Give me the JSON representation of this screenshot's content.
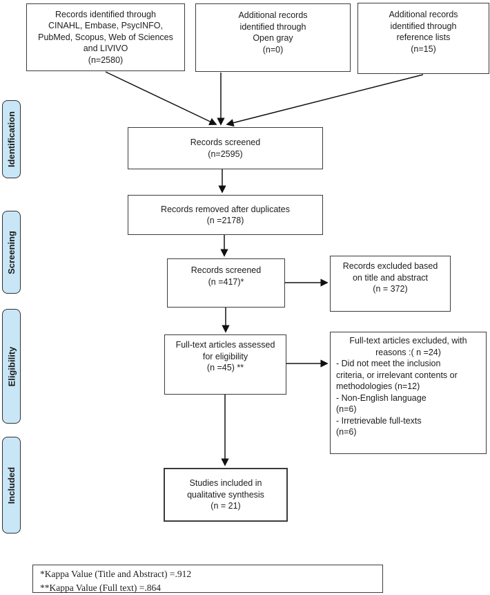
{
  "stages": {
    "identification": "Identification",
    "screening": "Screening",
    "eligibility": "Eligibility",
    "included": "Included"
  },
  "boxes": {
    "identified": "Records identified through\nCINAHL, Embase, PsycINFO,\nPubMed, Scopus, Web of Sciences\nand LIVIVO\n(n=2580)",
    "open_gray": "Additional records\nidentified through\nOpen gray\n(n=0)",
    "reference_lists": "Additional records\nidentified through\nreference lists\n(n=15)",
    "records_screened": "Records screened\n(n=2595)",
    "duplicates_removed": "Records removed after duplicates\n(n =2178)",
    "records_screened_2": "Records screened\n(n =417)*",
    "excluded_title_abstract": "Records excluded based\non title and abstract\n(n = 372)",
    "fulltext_assessed": "Full-text articles assessed\nfor eligibility\n(n =45) **",
    "fulltext_excluded_heading": "Full-text articles excluded, with\nreasons :( n =24)",
    "fulltext_excluded_reasons": "- Did not meet the inclusion\ncriteria, or irrelevant contents or\nmethodologies (n=12)\n- Non-English language\n(n=6)\n- Irretrievable full-texts\n(n=6)",
    "included_qualitative": "Studies included in\nqualitative synthesis\n(n = 21)"
  },
  "footnote": {
    "line1": "*Kappa Value (Title and Abstract) =.912",
    "line2": "**Kappa Value (Full text) =.864"
  },
  "colors": {
    "stage_fill": "#c9e6f6",
    "box_border": "#3a3a3a",
    "arrow": "#111111"
  }
}
